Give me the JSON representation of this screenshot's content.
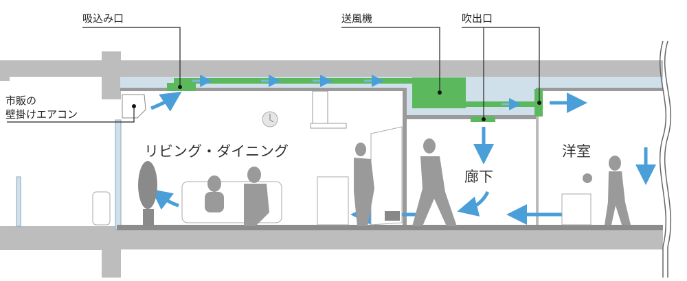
{
  "labels": {
    "intake": "吸込み口",
    "blower": "送風機",
    "outlet": "吹出口",
    "aircon_line1": "市販の",
    "aircon_line2": "壁掛けエアコン"
  },
  "rooms": {
    "living": "リビング・ダイニング",
    "corridor": "廊下",
    "western_room": "洋室"
  },
  "colors": {
    "duct": "#5cb85c",
    "airflow": "#4a9fd8",
    "plenum": "#cfe0ea",
    "structure": "#bdbdbd",
    "floor": "#8c8c8c",
    "person": "#9a9a9a"
  }
}
